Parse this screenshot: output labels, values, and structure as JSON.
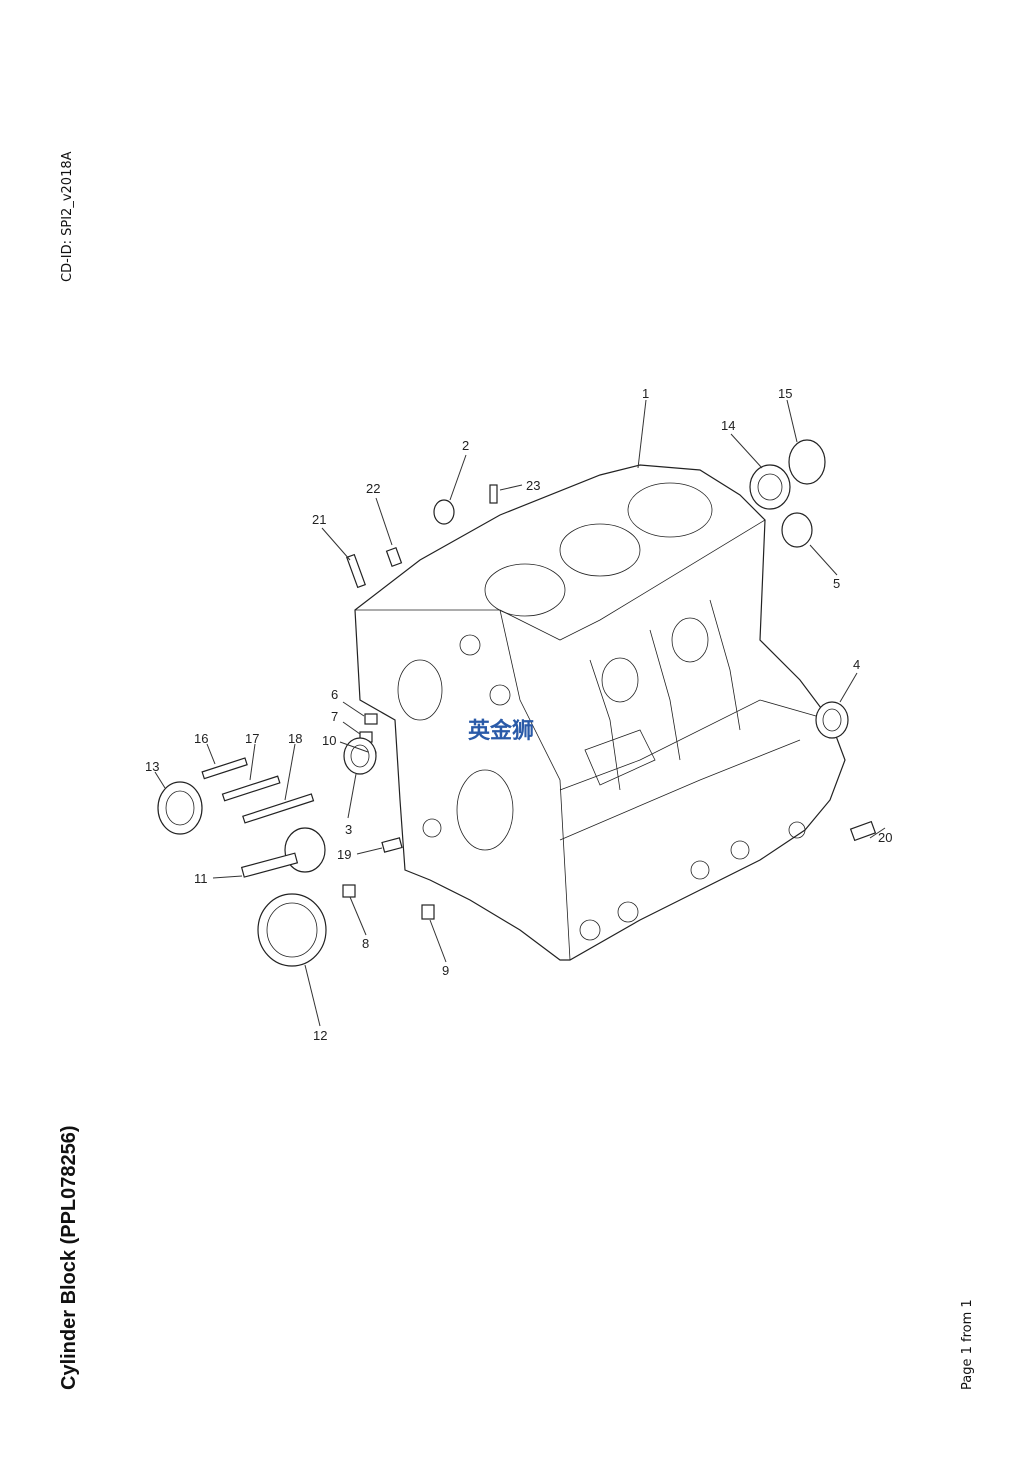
{
  "header": {
    "cd_id": "CD-ID: SPI2_v2018A"
  },
  "footer": {
    "title": "Cylinder Block (PPL078256)",
    "page": "Page 1 from 1"
  },
  "watermark": "英金狮",
  "callouts": [
    "1",
    "2",
    "3",
    "4",
    "5",
    "6",
    "7",
    "8",
    "9",
    "10",
    "11",
    "12",
    "13",
    "14",
    "15",
    "16",
    "17",
    "18",
    "19",
    "20",
    "21",
    "22",
    "23"
  ]
}
